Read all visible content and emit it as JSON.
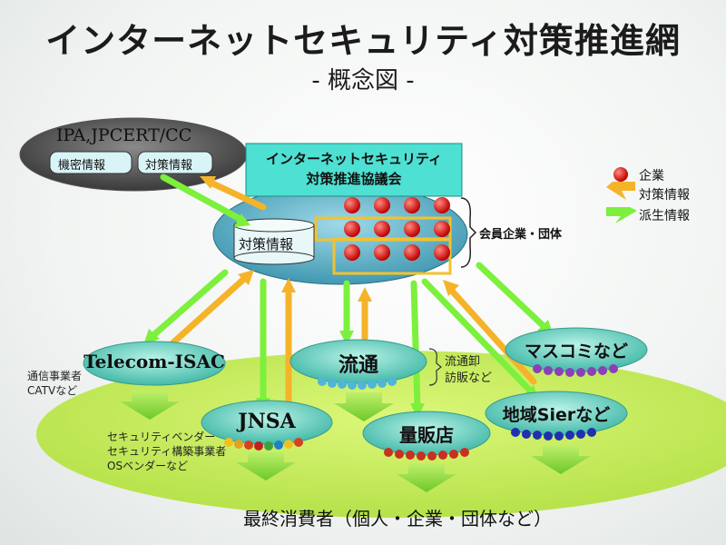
{
  "title": "インターネットセキュリティ対策推進網",
  "subtitle": "- 概念図 -",
  "ipa": {
    "title": "IPA,JPCERT/CC",
    "box1": "機密情報",
    "box2": "対策情報"
  },
  "council": {
    "title_line1": "インターネットセキュリティ",
    "title_line2": "対策推進協議会",
    "cylinder": "対策情報",
    "members": "会員企業・団体"
  },
  "legend": {
    "company": "企業",
    "countermeasure": "対策情報",
    "derived": "派生情報"
  },
  "nodes": {
    "telecom": "Telecom-ISAC",
    "ryutsu": "流通",
    "masscomi": "マスコミなど",
    "jnsa": "JNSA",
    "ryohanten": "量販店",
    "chiiki": "地域Sierなど"
  },
  "notes": {
    "telecom_line1": "通信事業者",
    "telecom_line2": "CATVなど",
    "ryutsu_line1": "流通卸",
    "ryutsu_line2": "訪販など",
    "jnsa_line1": "セキュリティベンダー",
    "jnsa_line2": "セキュリティ構築事業者",
    "jnsa_line3": "OSベンダーなど"
  },
  "consumer": "最終消費者（個人・企業・団体など）",
  "colors": {
    "green_arrow": "#7cf03c",
    "orange_arrow": "#f5b32a",
    "company_red": "#e01010",
    "node_teal": "#6fd8c8",
    "consumer_field": "#c7ec55"
  }
}
